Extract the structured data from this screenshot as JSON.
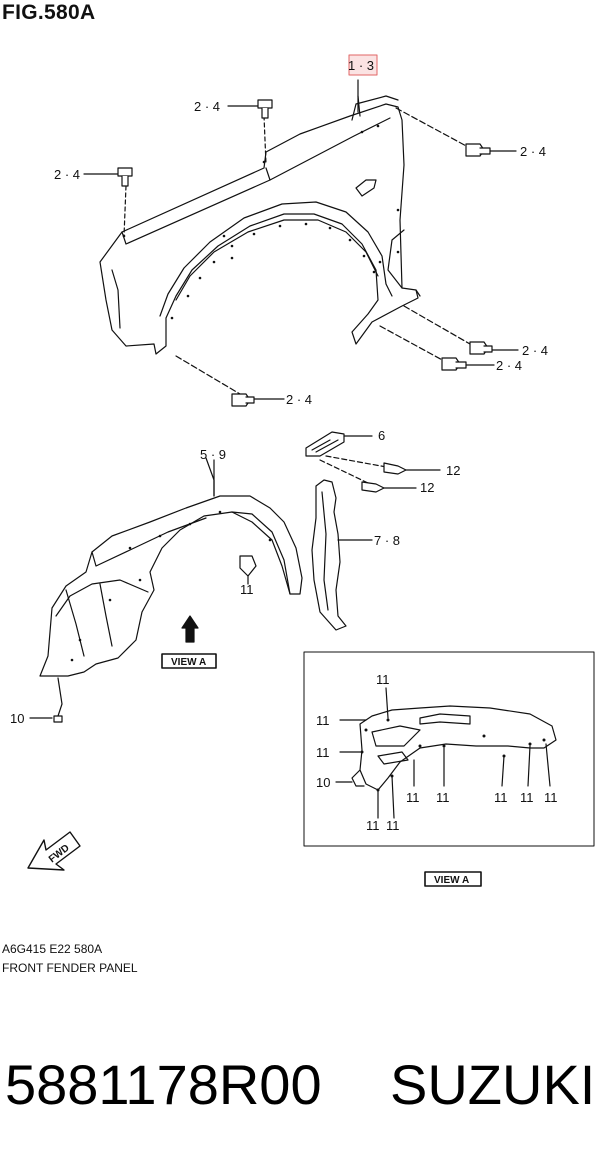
{
  "figure": {
    "title": "FIG.580A"
  },
  "labels": {
    "fender": "1 · 3",
    "bolt": "2 · 4",
    "liner": "5 · 9",
    "bracket": "6",
    "screw12": "12",
    "seal": "7 · 8",
    "clip11": "11",
    "clip10": "10",
    "view_a": "VIEW A",
    "fwd": "FWD"
  },
  "codes": {
    "line1": "A6G415 E22 580A",
    "line2": "FRONT FENDER PANEL"
  },
  "footer": {
    "part_number": "5881178R00",
    "brand": "SUZUKI"
  },
  "colors": {
    "highlight_border": "#e06666",
    "highlight_fill": "#fbe3e3",
    "line": "#111111"
  }
}
